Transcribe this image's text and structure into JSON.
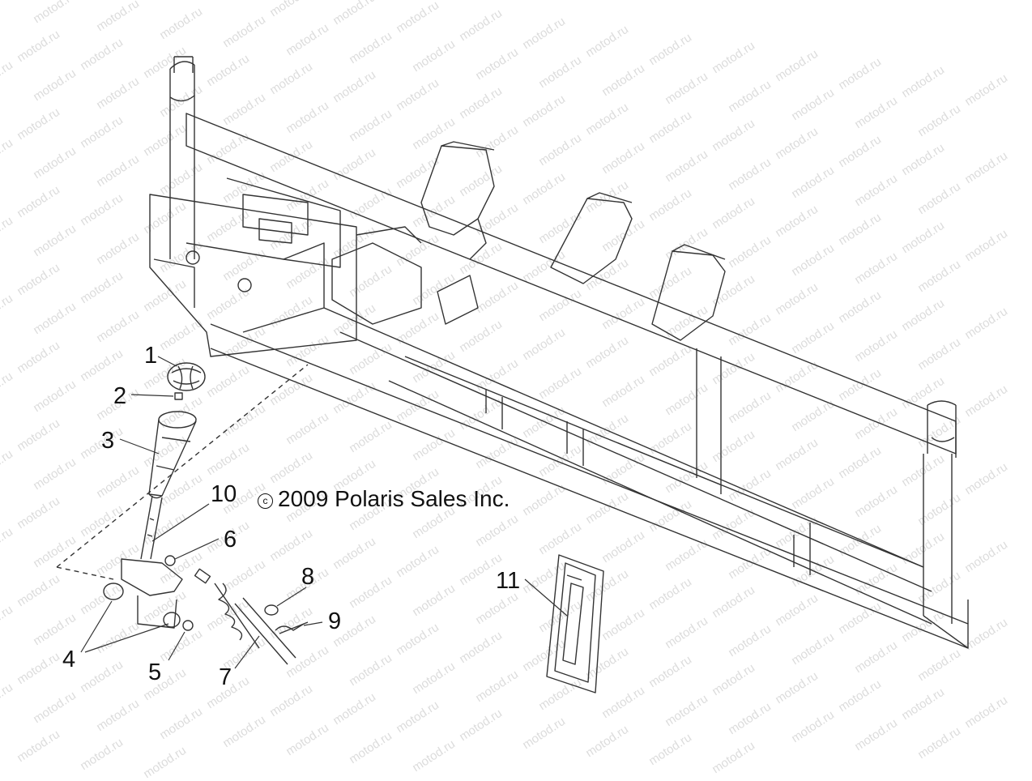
{
  "watermark": "motod.ru",
  "copyright": {
    "symbol": "c",
    "text": "2009 Polaris Sales Inc."
  },
  "callouts": [
    "1",
    "2",
    "3",
    "4",
    "5",
    "6",
    "7",
    "8",
    "9",
    "10",
    "11"
  ],
  "colors": {
    "line": "#333333",
    "watermark": "#dcdcdc",
    "background": "#ffffff"
  }
}
